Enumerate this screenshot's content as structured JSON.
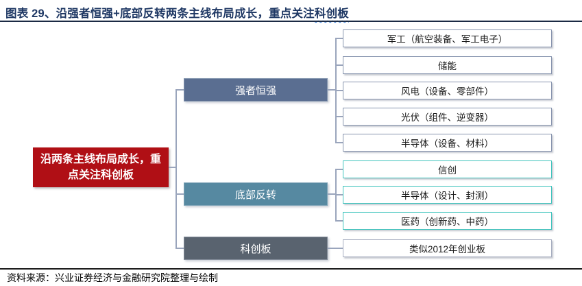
{
  "figure": {
    "title_prefix": "图表 29、",
    "title_main": "沿强者恒强+底部反转两条主线布局成长，重点关注",
    "title_emphasis": "科创板"
  },
  "root": {
    "label": "沿两条主线布局成长，重点关注科创板"
  },
  "branches": {
    "strong": {
      "label": "强者恒强",
      "items": [
        "军工（航空装备、军工电子）",
        "储能",
        "风电（设备、零部件）",
        "光伏（组件、逆变器）",
        "半导体（设备、材料）"
      ]
    },
    "reversal": {
      "label": "底部反转",
      "items": [
        "信创",
        "半导体（设计、封测）",
        "医药（创新药、中药）"
      ]
    },
    "star": {
      "label": "科创板",
      "items": [
        "类似2012年创业板"
      ]
    }
  },
  "footer": {
    "source": "资料来源：兴业证券经济与金融研究院整理与绘制"
  },
  "colors": {
    "title_navy": "#1F3864",
    "root_red": "#B00F15",
    "strong_fill": "#5A6E91",
    "reversal_fill": "#5689A1",
    "star_fill": "#59636F",
    "strong_leaf_border": "#8794AE",
    "reversal_leaf_border": "#3FC4BD",
    "star_leaf_border": "#A7AEC0",
    "connector": "#9AA5BC",
    "wavy_underline": "#2F7BD9"
  }
}
